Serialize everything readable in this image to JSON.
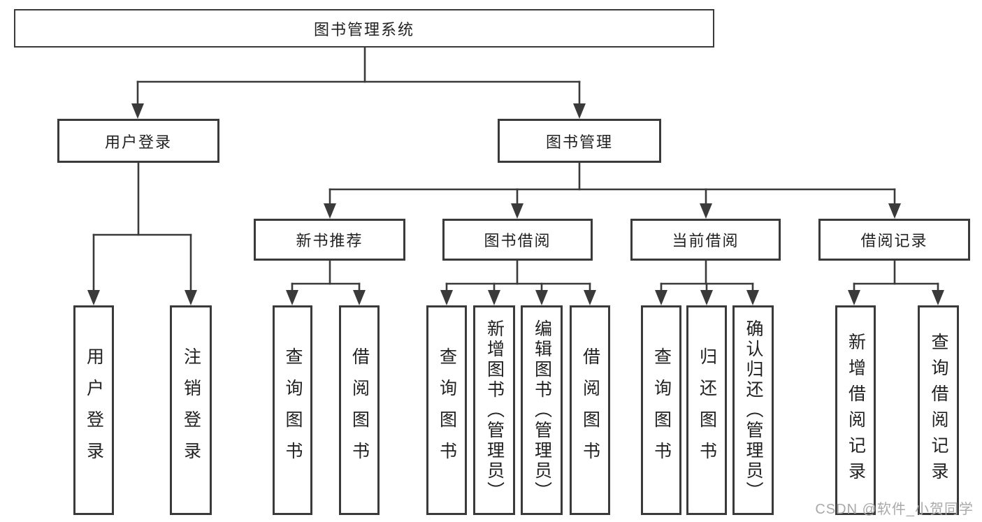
{
  "diagram": {
    "root": {
      "label": "图书管理系统"
    },
    "level2": [
      {
        "label": "用户登录",
        "children": [
          {
            "label": "用户登录"
          },
          {
            "label": "注销登录"
          }
        ]
      },
      {
        "label": "图书管理",
        "children": [
          {
            "label": "新书推荐",
            "children": [
              {
                "label": "查询图书"
              },
              {
                "label": "借阅图书"
              }
            ]
          },
          {
            "label": "图书借阅",
            "children": [
              {
                "label": "查询图书"
              },
              {
                "label": "新增图书（管理员）"
              },
              {
                "label": "编辑图书（管理员）"
              },
              {
                "label": "借阅图书"
              }
            ]
          },
          {
            "label": "当前借阅",
            "children": [
              {
                "label": "查询图书"
              },
              {
                "label": "归还图书"
              },
              {
                "label": "确认归还（管理员）"
              }
            ]
          },
          {
            "label": "借阅记录",
            "children": [
              {
                "label": "新增借阅记录"
              },
              {
                "label": "查询借阅记录"
              }
            ]
          }
        ]
      }
    ]
  },
  "watermark": "CSDN @软件_小贺同学",
  "colors": {
    "line": "#3a3a3a",
    "text": "#212121",
    "watermark": "#a9a9a9",
    "background": "#ffffff"
  }
}
